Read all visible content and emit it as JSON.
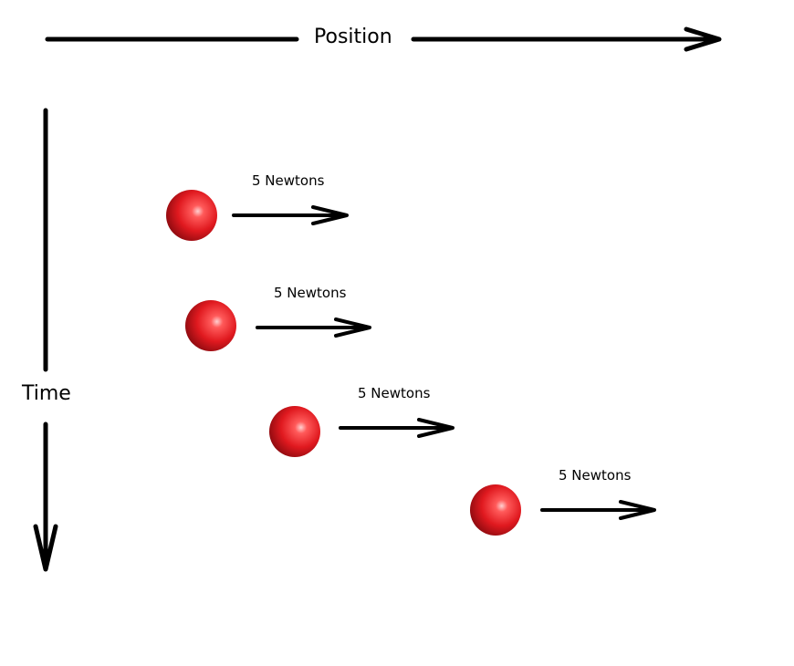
{
  "axes": {
    "position_label": "Position",
    "time_label": "Time"
  },
  "snapshots": [
    {
      "force_label": "5 Newtons"
    },
    {
      "force_label": "5 Newtons"
    },
    {
      "force_label": "5 Newtons"
    },
    {
      "force_label": "5 Newtons"
    }
  ],
  "colors": {
    "ball": "#e0191f",
    "arrow": "#000000",
    "background": "#ffffff"
  },
  "icons": {
    "ball": "red-sphere",
    "force": "right-arrow"
  }
}
